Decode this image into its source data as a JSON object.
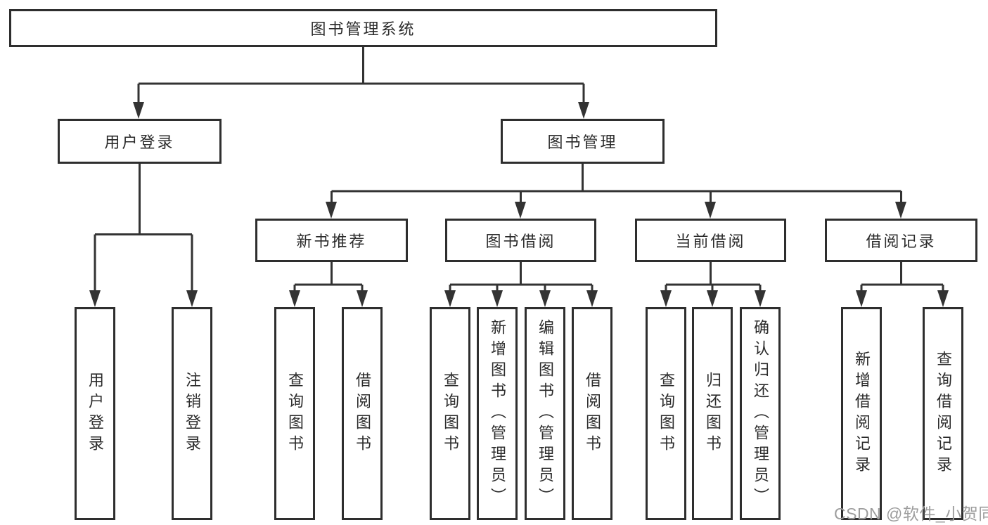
{
  "tree": {
    "root": {
      "label": "图书管理系统"
    },
    "branches": [
      {
        "label": "用户登录",
        "children": [
          {
            "label": "用户登录"
          },
          {
            "label": "注销登录"
          }
        ]
      },
      {
        "label": "图书管理",
        "children": [
          {
            "label": "新书推荐",
            "children": [
              {
                "label": "查询图书"
              },
              {
                "label": "借阅图书"
              }
            ]
          },
          {
            "label": "图书借阅",
            "children": [
              {
                "label": "查询图书"
              },
              {
                "label": "新增图书（管理员）"
              },
              {
                "label": "编辑图书（管理员）"
              },
              {
                "label": "借阅图书"
              }
            ]
          },
          {
            "label": "当前借阅",
            "children": [
              {
                "label": "查询图书"
              },
              {
                "label": "归还图书"
              },
              {
                "label": "确认归还（管理员）"
              }
            ]
          },
          {
            "label": "借阅记录",
            "children": [
              {
                "label": "新增借阅记录"
              },
              {
                "label": "查询借阅记录"
              }
            ]
          }
        ]
      }
    ]
  },
  "watermark": {
    "text": "CSDN @软件_小贺同学"
  },
  "colors": {
    "line": "#333333",
    "box_border": "#2e2e2e",
    "text": "#2b2b2b",
    "background": "#ffffff",
    "watermark": "#9d9d9d"
  }
}
